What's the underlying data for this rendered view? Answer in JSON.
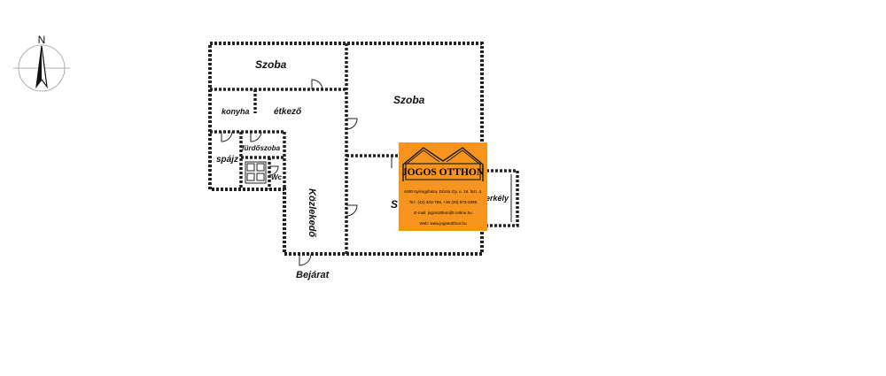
{
  "compass": {
    "label": "N",
    "icon": "north-arrow-icon"
  },
  "rooms": {
    "szoba_top": "Szoba",
    "szoba_right": "Szoba",
    "szoba_hidden": "S",
    "konyha": "konyha",
    "etkezo": "étkező",
    "spajz": "spájz",
    "furdoszoba": "fürdőszoba",
    "wc": "Wc",
    "kozlekedo": "Közlekedő",
    "terkep": "erkély",
    "bejarat": "Bejárat"
  },
  "logo": {
    "name": "JOGOS OTTHON",
    "lines": [
      "4400 Nyíregyháza, Dózsa Gy. u. 18. fszt. 4.",
      "Tel.: (42) 403-789, +36 (20) 973-2069",
      "E-mail: jogosotthon@t-online.hu",
      "Web: www.jogosotthon.hu"
    ],
    "bg_color": "#f7941d",
    "frame_color": "#222222"
  },
  "colors": {
    "wall": "#222222",
    "background": "#ffffff"
  }
}
